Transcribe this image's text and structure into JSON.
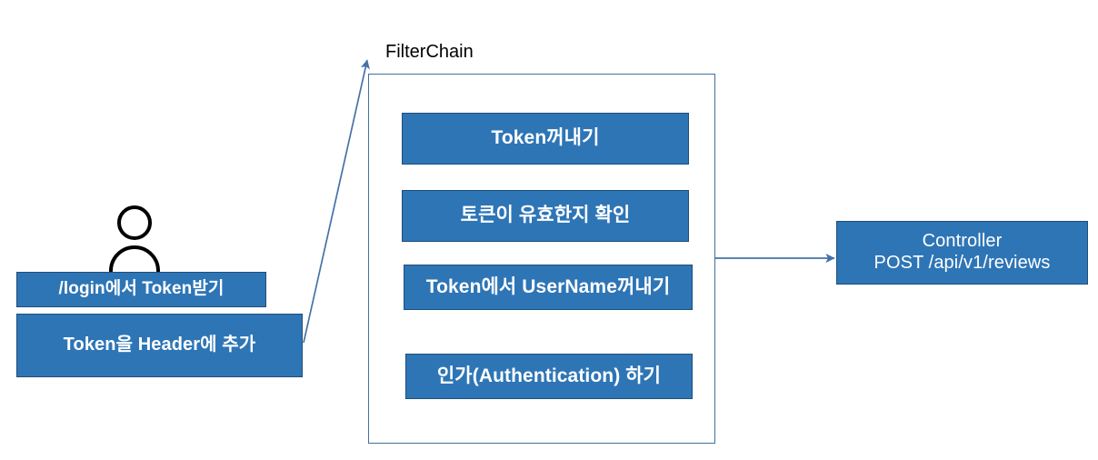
{
  "diagram": {
    "title_label": "FilterChain",
    "colors": {
      "box_fill": "#2E75B6",
      "box_border": "#1F4E79",
      "container_border": "#41719C",
      "arrow": "#4472A8",
      "text_on_box": "#FFFFFF",
      "text_plain": "#000000",
      "background": "#FFFFFF"
    },
    "client": {
      "actor_icon": "user-person-icon",
      "boxes": [
        {
          "label": "/login에서 Token받기"
        },
        {
          "label": "Token을 Header에 추가"
        }
      ]
    },
    "filter_chain": {
      "label": "FilterChain",
      "steps": [
        {
          "label": "Token꺼내기"
        },
        {
          "label": "토큰이 유효한지 확인"
        },
        {
          "label": "Token에서 UserName꺼내기"
        },
        {
          "label": "인가(Authentication) 하기"
        }
      ]
    },
    "controller": {
      "name": "Controller",
      "endpoint": "POST /api/v1/reviews"
    },
    "connectors": [
      {
        "name": "client-to-filterchain-arrow",
        "from": "Token을 Header에 추가",
        "to": "FilterChain"
      },
      {
        "name": "filterchain-to-controller-arrow",
        "from": "FilterChain",
        "to": "Controller"
      }
    ]
  }
}
